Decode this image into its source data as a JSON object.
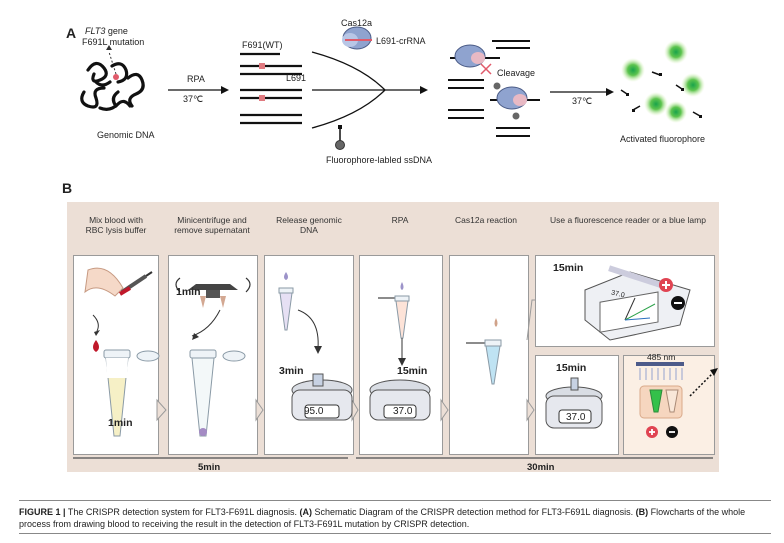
{
  "panel_a": {
    "letter": "A",
    "gene_label_italic": "FLT3",
    "gene_label_suffix": " gene",
    "mutation_label": "F691L mutation",
    "genomic_dna": "Genomic DNA",
    "rpa": "RPA",
    "temp1": "37℃",
    "f691_wt": "F691(WT)",
    "l691": "L691",
    "cas12a": "Cas12a",
    "crrna": "L691-crRNA",
    "ssdna": "Fluorophore-labled ssDNA",
    "cleavage": "Cleavage",
    "temp2": "37℃",
    "activated": "Activated fluorophore"
  },
  "panel_b": {
    "letter": "B",
    "steps": [
      {
        "label": "Mix blood with\nRBC lysis buffer",
        "time": "1min"
      },
      {
        "label": "Minicentrifuge and\nremove supernatant",
        "time": "1min"
      },
      {
        "label": "Release genomic\nDNA",
        "time": "3min",
        "display": "95.0"
      },
      {
        "label": "RPA",
        "time": "15min",
        "display": "37.0"
      },
      {
        "label": "Cas12a reaction",
        "time": ""
      },
      {
        "label": "Use a fluorescence reader or a blue lamp",
        "time": ""
      }
    ],
    "reader_time": "15min",
    "reader_value": "37.0",
    "lamp_time": "15min",
    "lamp_display": "37.0",
    "wavelength": "485 nm",
    "total_left": "5min",
    "total_right": "30min"
  },
  "caption": {
    "fig": "FIGURE 1 |",
    "text1": " The CRISPR detection system for FLT3-F691L diagnosis. ",
    "a_tag": "(A)",
    "text2": " Schematic Diagram of the CRISPR detection method for FLT3-F691L diagnosis. ",
    "b_tag": "(B)",
    "text3": " Flowcharts of the whole process from drawing blood to receiving the result in the detection of FLT3-F691L mutation by CRISPR detection."
  },
  "colors": {
    "accent_red": "#e05a6a",
    "fluor_green": "#8fd14f",
    "panel_bg": "#ecdfd6",
    "protein_blue": "#8fa3cf"
  }
}
